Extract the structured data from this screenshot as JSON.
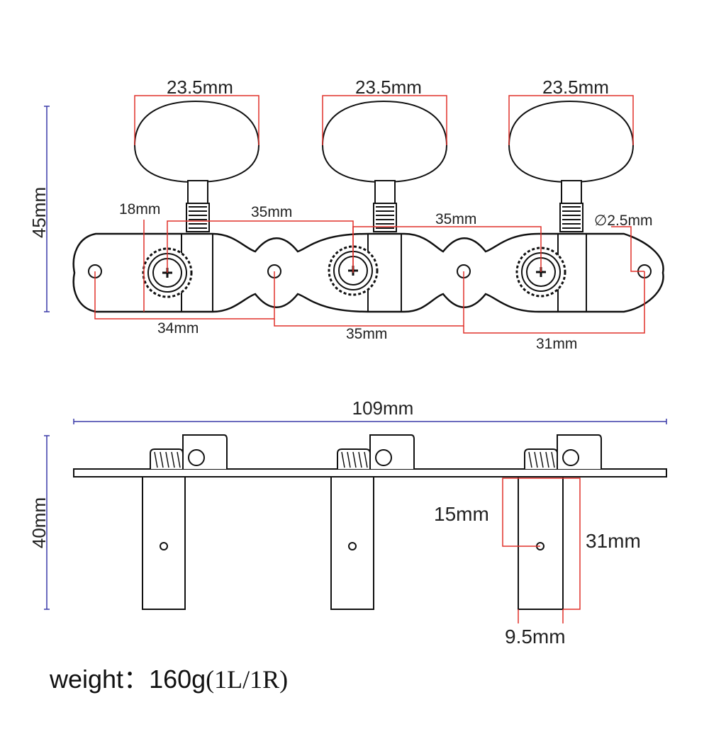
{
  "top_view": {
    "knob_width_labels": [
      "23.5mm",
      "23.5mm",
      "23.5mm"
    ],
    "height_label": "45mm",
    "gear_offset_label": "18mm",
    "gear_spacing_labels": [
      "35mm",
      "35mm"
    ],
    "hole_diameter_label": "∅2.5mm",
    "hole_spacing_labels": [
      "34mm",
      "35mm",
      "31mm"
    ]
  },
  "side_view": {
    "total_length_label": "109mm",
    "height_label": "40mm",
    "post_hole_depth_label": "15mm",
    "post_length_label": "31mm",
    "post_diameter_label": "9.5mm"
  },
  "weight": {
    "label": "weight",
    "separator": "：",
    "value": "160g",
    "note": "(1L/1R)"
  },
  "colors": {
    "dimension_red": "#e0302a",
    "dimension_blue": "#3a3aa8",
    "outline": "#111111"
  }
}
